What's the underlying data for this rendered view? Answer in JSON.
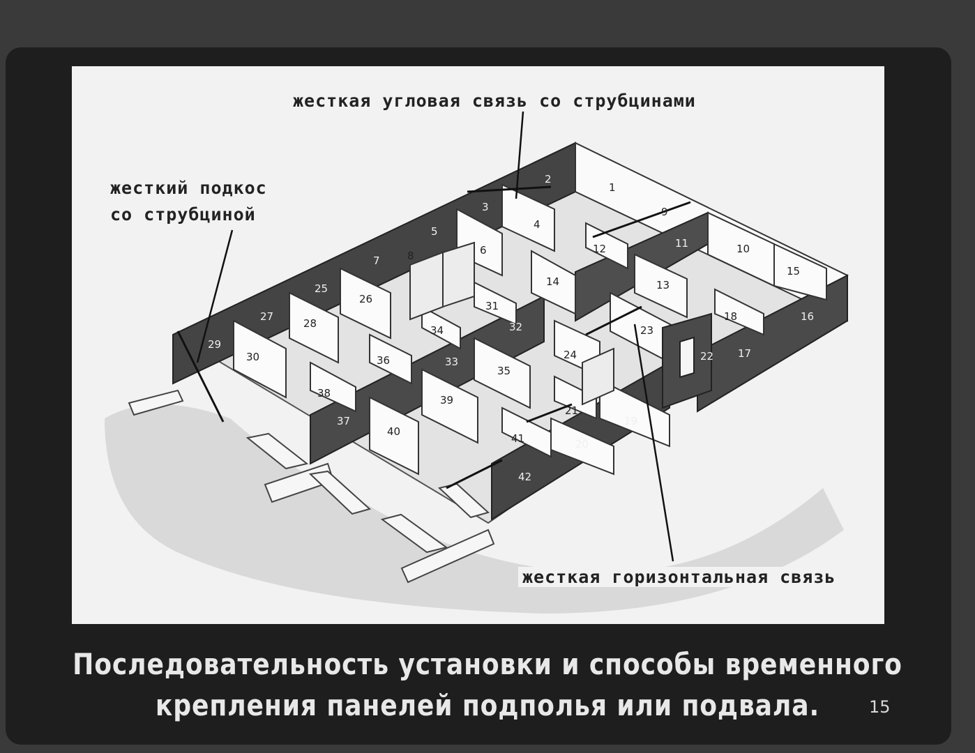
{
  "labels": {
    "corner_tie": "жесткая угловая связь  со струбцинами",
    "brace_line1": "жесткий подкос",
    "brace_line2": "со струбциной",
    "horizontal_tie": "жесткая горизонтальная связь"
  },
  "caption": {
    "line1": "Последовательность установки и способы временного",
    "line2": "крепления панелей подполья или подвала."
  },
  "slide_number": "15",
  "panels": [
    {
      "n": "1"
    },
    {
      "n": "2"
    },
    {
      "n": "3"
    },
    {
      "n": "4"
    },
    {
      "n": "5"
    },
    {
      "n": "6"
    },
    {
      "n": "7"
    },
    {
      "n": "8"
    },
    {
      "n": "9"
    },
    {
      "n": "10"
    },
    {
      "n": "11"
    },
    {
      "n": "12"
    },
    {
      "n": "13"
    },
    {
      "n": "14"
    },
    {
      "n": "15"
    },
    {
      "n": "16"
    },
    {
      "n": "17"
    },
    {
      "n": "18"
    },
    {
      "n": "19"
    },
    {
      "n": "20"
    },
    {
      "n": "21"
    },
    {
      "n": "22"
    },
    {
      "n": "23"
    },
    {
      "n": "24"
    },
    {
      "n": "25"
    },
    {
      "n": "26"
    },
    {
      "n": "27"
    },
    {
      "n": "28"
    },
    {
      "n": "29"
    },
    {
      "n": "30"
    },
    {
      "n": "31"
    },
    {
      "n": "32"
    },
    {
      "n": "33"
    },
    {
      "n": "34"
    },
    {
      "n": "35"
    },
    {
      "n": "36"
    },
    {
      "n": "37"
    },
    {
      "n": "38"
    },
    {
      "n": "39"
    },
    {
      "n": "40"
    },
    {
      "n": "41"
    },
    {
      "n": "42"
    }
  ]
}
